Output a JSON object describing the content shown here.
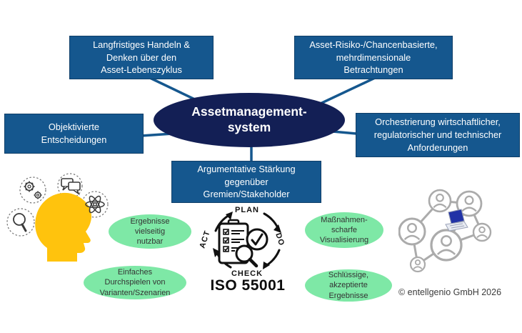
{
  "center": {
    "label": "Assetmanagement-\nsystem"
  },
  "boxes": {
    "top_left": "Langfristiges Handeln &\nDenken über den\nAsset-Lebenszyklus",
    "top_right": "Asset-Risiko-/Chancenbasierte,\nmehrdimensionale\nBetrachtungen",
    "left": "Objektivierte\nEntscheidungen",
    "right": "Orchestrierung wirtschaftlicher,\nregulatorischer und technischer\nAnforderungen",
    "bottom": "Argumentative Stärkung\ngegenüber\nGremien/Stakeholder"
  },
  "benefits": [
    "Ergebnisse\nvielseitig\nnutzbar",
    "Einfaches\nDurchspielen von\nVarianten/Szenarien",
    "Maßnahmen-\nscharfe\nVisualisierung",
    "Schlüssige,\nakzeptierte\nErgebnisse"
  ],
  "pdca": {
    "plan": "PLAN",
    "do": "DO",
    "check": "CHECK",
    "act": "ACT"
  },
  "iso_label": "ISO 55001",
  "copyright": "© entellgenio GmbH 2026",
  "icon_names": [
    "thinking-head",
    "gears",
    "speech-bubbles",
    "atom",
    "magnifier",
    "pdca-clipboard",
    "check-circle",
    "collaboration-network",
    "laptop"
  ],
  "colors": {
    "box_blue": "#15578E",
    "center_navy": "#131F55",
    "benefit_green": "#7EE8A6",
    "head_yellow": "#FFC30D",
    "network_gray": "#ABABAB",
    "laptop_blue": "#2132A6"
  }
}
